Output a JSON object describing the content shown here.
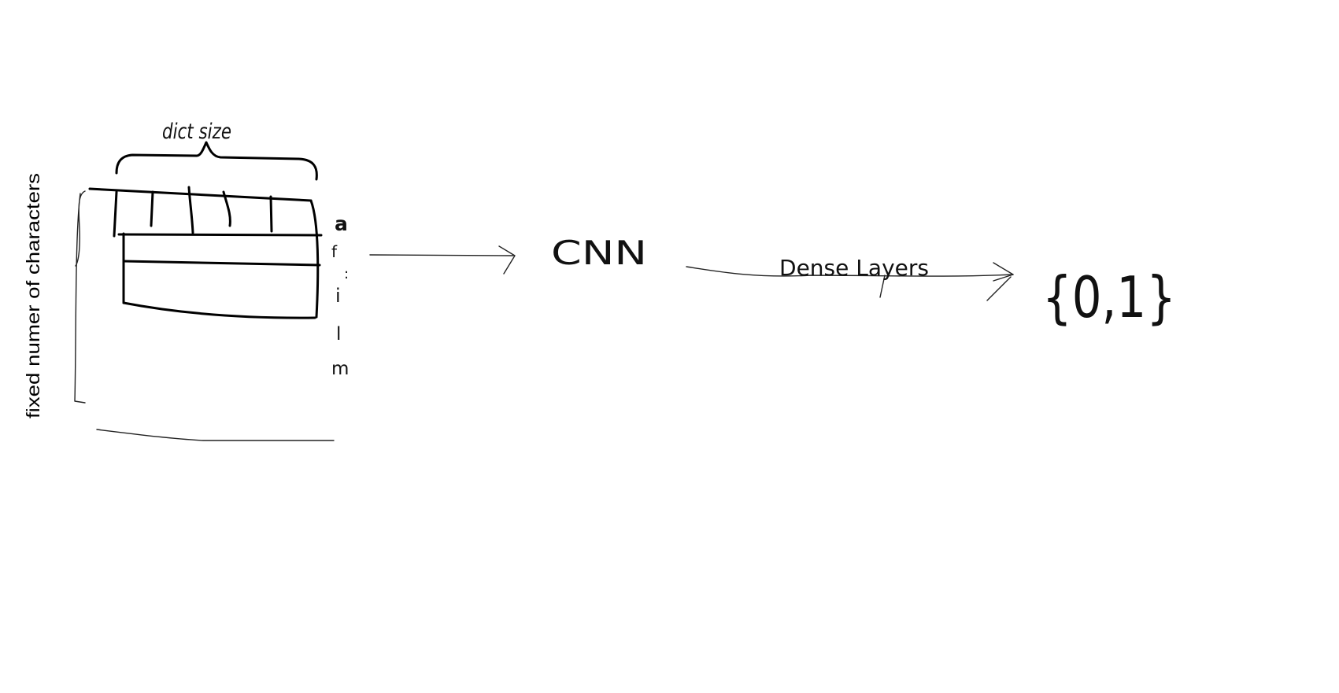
{
  "labels": {
    "embedding_size": "dict size",
    "sequence_length": "fixed numer of characters",
    "model": "CNN",
    "dense": "Dense Layers",
    "output": "{0,1}"
  },
  "row_characters": [
    "a",
    "f",
    ":",
    "i",
    "l",
    "m"
  ],
  "colors": {
    "ink": "#000000",
    "background": "#ffffff"
  }
}
